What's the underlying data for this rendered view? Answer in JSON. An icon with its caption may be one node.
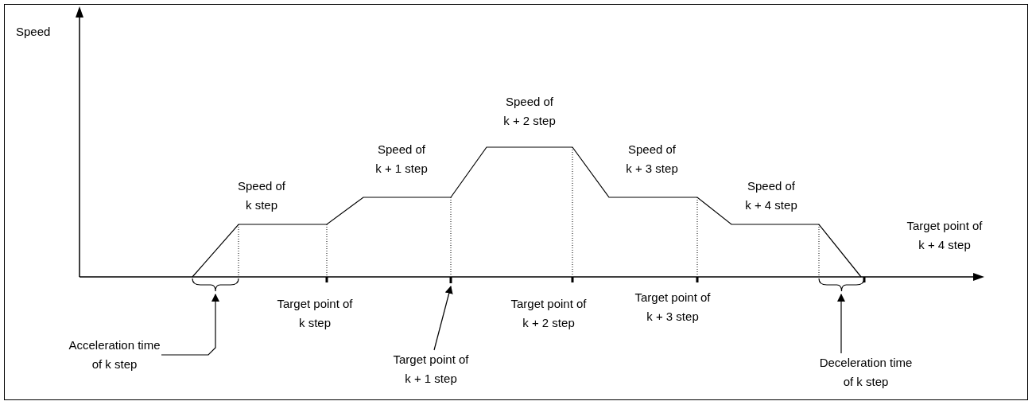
{
  "diagram": {
    "nodes": [
      {
        "text": [
          "Acceleration time of k step"
        ]
      },
      {
        "text": [],
        "shape": "bracket"
      },
      {
        "text": [
          "Target point of k + 1 step"
        ]
      },
      {
        "text": [],
        "shape": "bar"
      },
      {
        "text": [
          "Deceleration time of k step"
        ]
      },
      {
        "text": [],
        "shape": "bracket"
      }
    ],
    "edges": [
      {
        "from": 0,
        "to": 1,
        "arrow": "to"
      },
      {
        "from": 2,
        "to": 3,
        "arrow": "to"
      },
      {
        "from": 4,
        "to": 5,
        "arrow": "to"
      }
    ],
    "labels": [
      "Speed",
      "Speed of k + 2 step",
      "Speed of k + 1 step",
      "Speed of k + 3 step",
      "Speed of k step",
      "Speed of k + 4 step",
      "Target point of k + 4 step",
      "Target point of k step",
      "Target point of k + 2 step",
      "Target point of k + 3 step"
    ]
  }
}
